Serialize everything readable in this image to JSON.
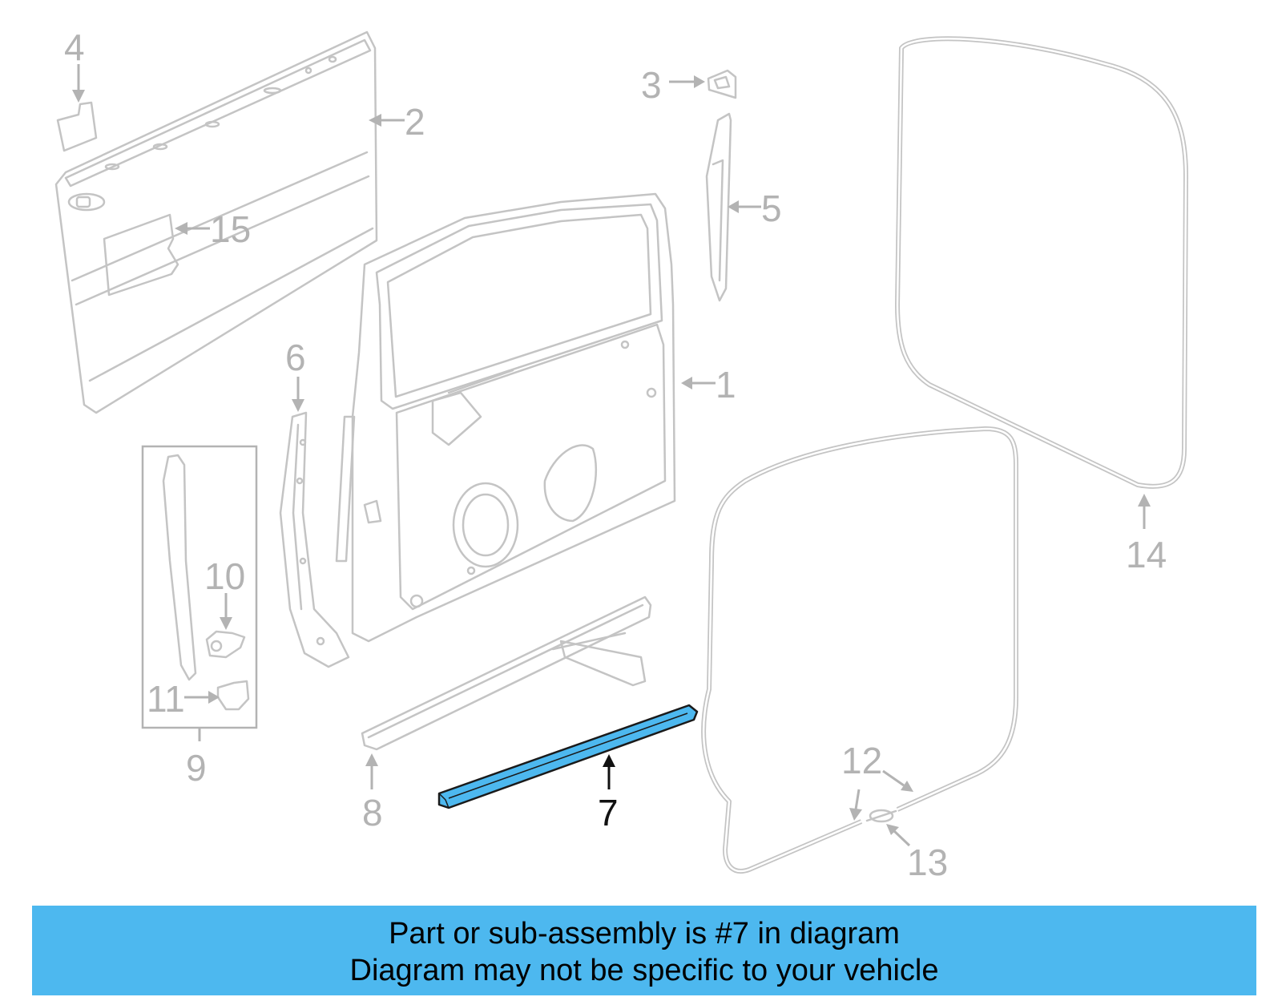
{
  "diagram": {
    "callouts": {
      "c1": "1",
      "c2": "2",
      "c3": "3",
      "c4": "4",
      "c5": "5",
      "c6": "6",
      "c7": "7",
      "c8": "8",
      "c9": "9",
      "c10": "10",
      "c11": "11",
      "c12": "12",
      "c13": "13",
      "c14": "14",
      "c15": "15"
    },
    "highlighted_callout": "7",
    "colors": {
      "highlight_fill": "#4db8ef",
      "line_art": "#c4c4c4",
      "callout_text": "#b3b3b3",
      "banner_background": "#4db8ef"
    }
  },
  "banner": {
    "line1": "Part or sub-assembly is #7 in diagram",
    "line2": "Diagram may not be specific to your vehicle"
  }
}
